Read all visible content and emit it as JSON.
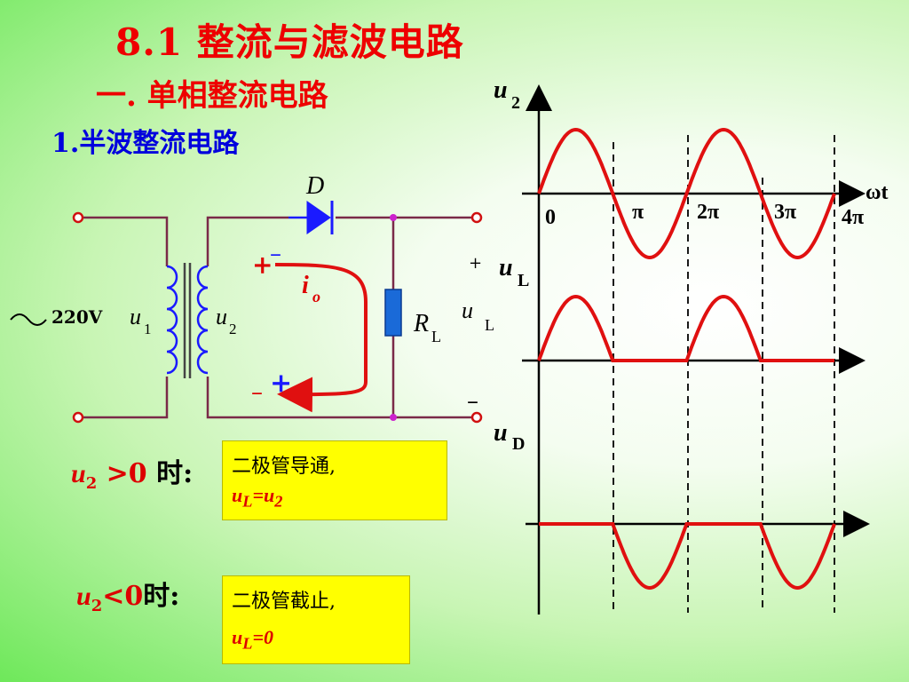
{
  "title": "8.1  整流与滤波电路",
  "section": "一. 单相整流电路",
  "subsection": "1.半波整流电路",
  "circuit": {
    "source_voltage": "220V",
    "primary_label": "u",
    "primary_sub": "1",
    "secondary_label": "u",
    "secondary_sub": "2",
    "diode_label": "D",
    "current_label": "i",
    "current_sub": "o",
    "load_label": "R",
    "load_sub": "L",
    "output_label": "u",
    "output_sub": "L",
    "plus": "+",
    "minus": "–"
  },
  "conditions": [
    {
      "var": "u",
      "sub": "2",
      "op": " >0 ",
      "suffix": "时:",
      "box_line1": "二极管导通,",
      "box_eq_left": "u",
      "box_eq_left_sub": "L",
      "box_eq_mid": "=u",
      "box_eq_right_sub": "2"
    },
    {
      "var": "u",
      "sub": "2",
      "op": "<0",
      "suffix": "时:",
      "box_line1": "二极管截止,",
      "box_eq_left": "u",
      "box_eq_left_sub": "L",
      "box_eq_mid": "=0",
      "box_eq_right_sub": ""
    }
  ],
  "waveforms": {
    "u2_label": "u",
    "u2_sub": "2",
    "uL_label": "u",
    "uL_sub": "L",
    "uD_label": "u",
    "uD_sub": "D",
    "x_axis_label": "ωt",
    "origin": "0",
    "ticks": [
      "π",
      "2π",
      "3π",
      "4π"
    ],
    "plus": "+",
    "minus": "–"
  },
  "colors": {
    "title": "#ee0000",
    "subsection": "#0000dd",
    "wire": "#7a2a48",
    "wave": "#e01010",
    "diode": "#1a1aff",
    "resistor": "#1a6ad8",
    "node": "#cc22cc",
    "box": "#ffff00"
  }
}
